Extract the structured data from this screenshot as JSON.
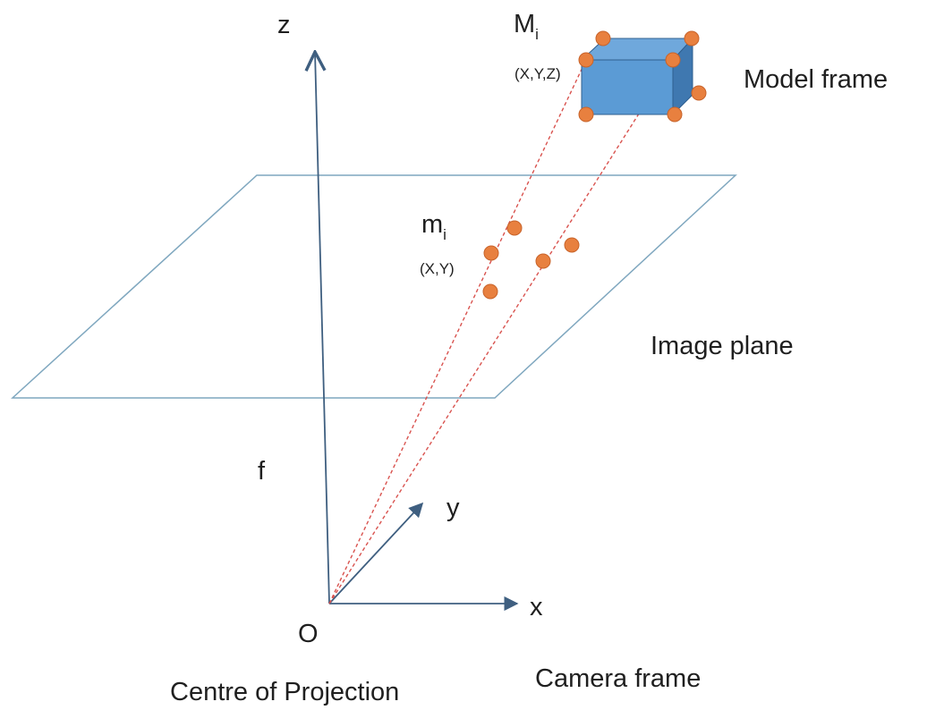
{
  "colors": {
    "axis": "#3f5f80",
    "plane": "#7fa7bf",
    "ray": "#d9534f",
    "point_fill": "#e8803f",
    "point_stroke": "#c8632a",
    "cube_front": "#5b9bd5",
    "cube_top": "#6fa8dc",
    "cube_side": "#3f78b0",
    "cube_edge": "#2f5f8f",
    "text": "#1f1f1f"
  },
  "labels": {
    "z_axis": "z",
    "y_axis": "y",
    "x_axis": "x",
    "origin": "O",
    "focal_length": "f",
    "model_point": "M",
    "model_point_sub": "i",
    "model_coords": "(X,Y,Z)",
    "image_point": "m",
    "image_point_sub": "i",
    "image_coords": "(X,Y)",
    "model_frame": "Model frame",
    "image_plane": "Image plane",
    "centre_of_projection": "Centre of Projection",
    "camera_frame": "Camera frame"
  },
  "icons": {
    "model": "cube-icon",
    "axes": "axis-arrow-icon"
  }
}
